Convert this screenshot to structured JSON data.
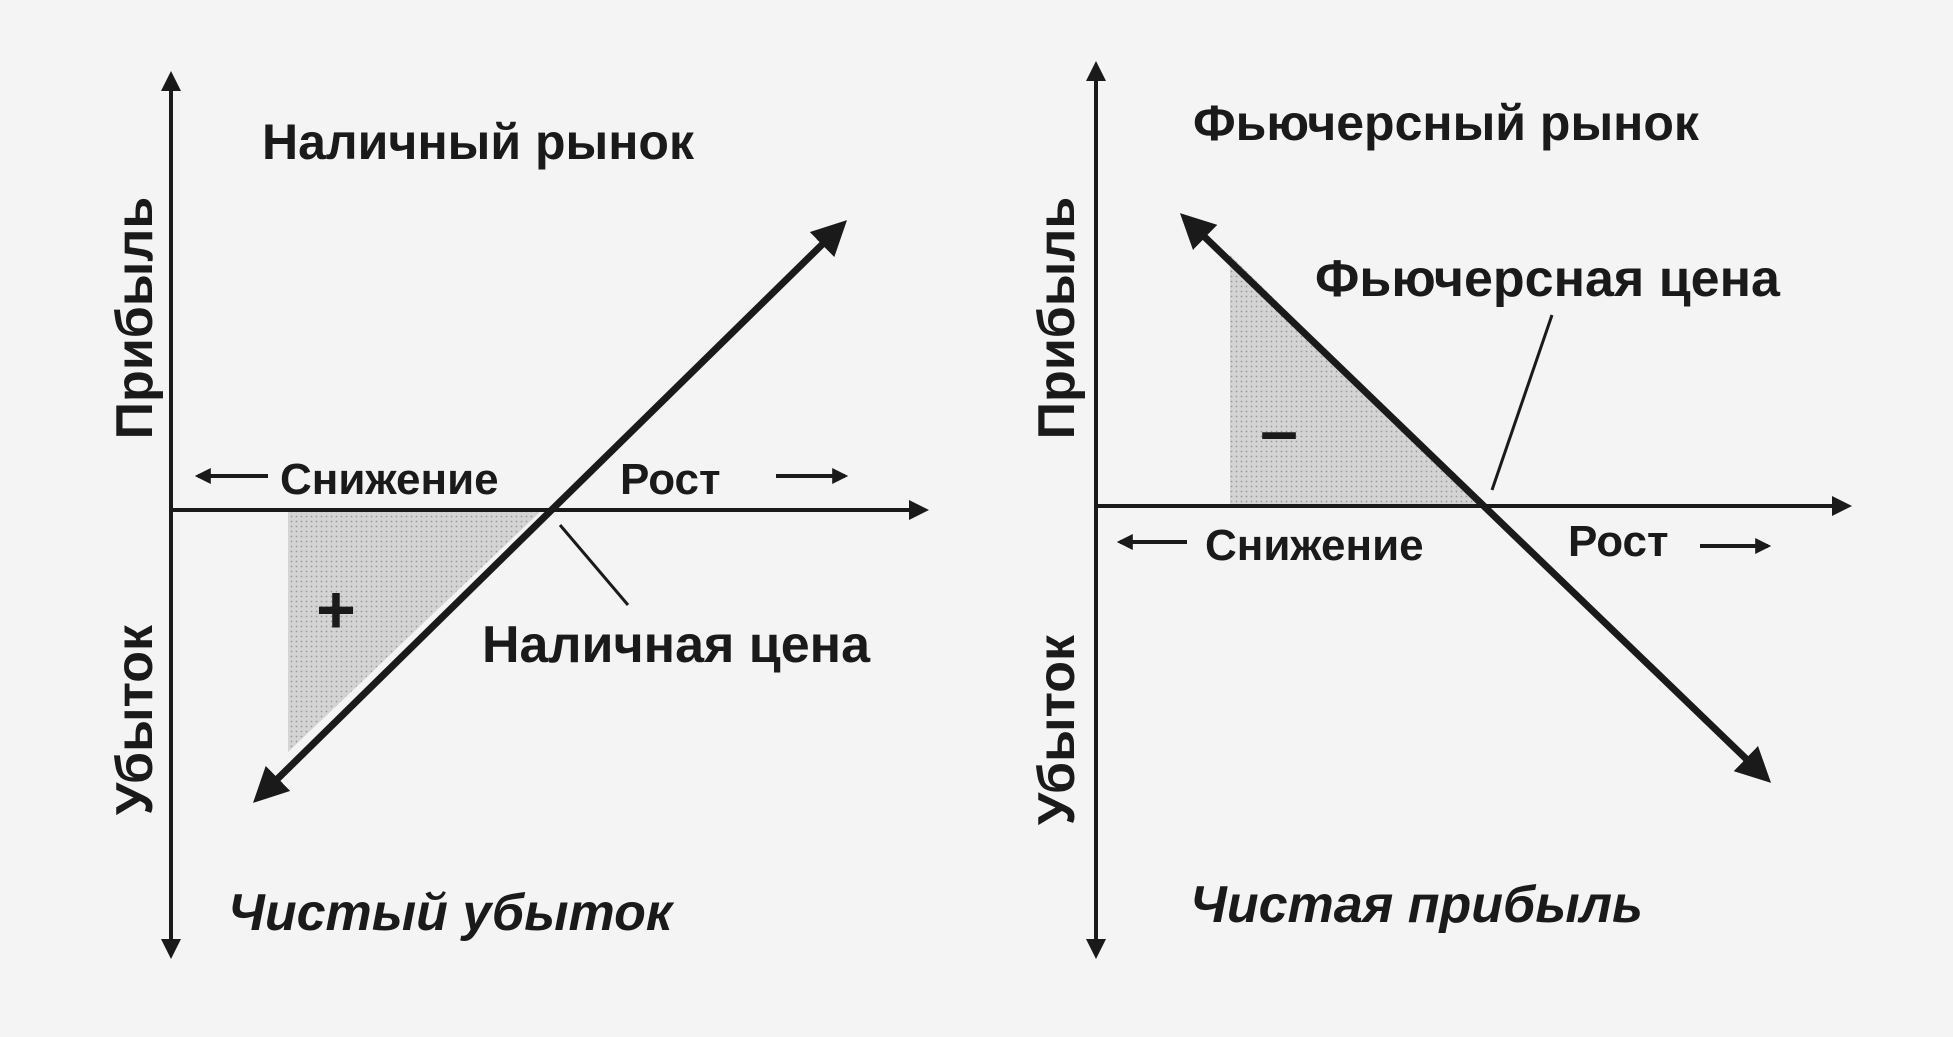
{
  "panels": [
    {
      "title": "Наличный рынок",
      "y_top_label": "Прибыль",
      "y_bottom_label": "Убыток",
      "decrease_label": "Снижение",
      "increase_label": "Рост",
      "price_label": "Наличная цена",
      "area_sign": "+",
      "footer": "Чистый убыток"
    },
    {
      "title": "Фьючерсный рынок",
      "y_top_label": "Прибыль",
      "y_bottom_label": "Убыток",
      "decrease_label": "Снижение",
      "increase_label": "Рост",
      "price_label": "Фьючерсная цена",
      "area_sign": "–",
      "footer": "Чистая прибыль"
    }
  ],
  "colors": {
    "ink": "#1a1a1a",
    "shade": "#c8c8c8",
    "background": "#f4f4f4"
  }
}
